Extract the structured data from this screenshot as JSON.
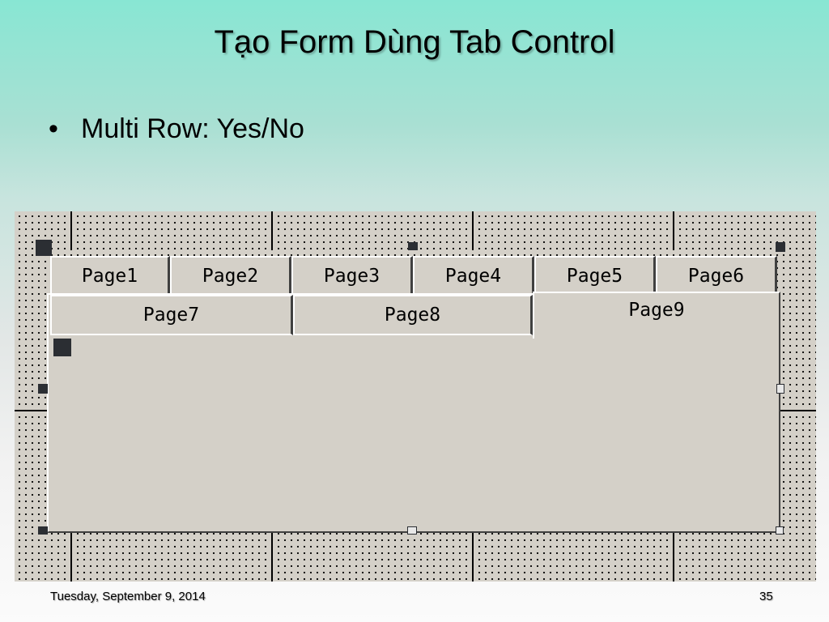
{
  "slide": {
    "title": "Tạo Form Dùng Tab Control",
    "bullet_symbol": "•",
    "bullet": "Multi Row: Yes/No"
  },
  "tab_control": {
    "row1": [
      "Page1",
      "Page2",
      "Page3",
      "Page4",
      "Page5",
      "Page6"
    ],
    "row2": [
      "Page7",
      "Page8",
      "Page9"
    ],
    "selected_tab": "Page9"
  },
  "footer": {
    "date": "Tuesday, September 9, 2014",
    "page_number": "35"
  },
  "colors": {
    "control_face": "#d4d0c8",
    "highlight": "#ffffff",
    "shadow": "#404040",
    "handle": "#2b2e33"
  }
}
